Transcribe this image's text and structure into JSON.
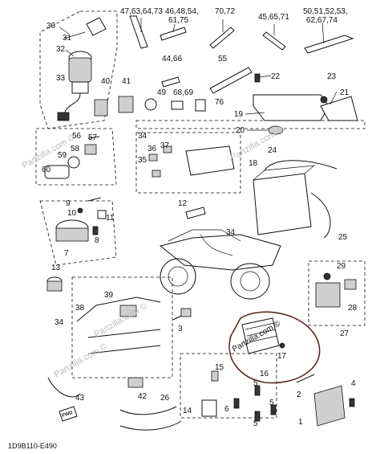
{
  "diagram": {
    "diagram_code": "1D9B110-E490",
    "watermarks": [
      "Partzilla.com ©",
      "Partzilla.com ©",
      "Partzilla.com ©",
      "Partzilla.com ©",
      "Partzilla.com ©"
    ],
    "fwd_label": "FWD",
    "callouts": [
      "30",
      "31",
      "32",
      "33",
      "47,63,64,73",
      "46,48,54,",
      "61,75",
      "70,72",
      "45,65,71",
      "50,51,52,53,",
      "62,67,74",
      "44,66",
      "55",
      "40",
      "41",
      "49",
      "68,69",
      "76",
      "22",
      "23",
      "21",
      "19",
      "20",
      "56",
      "57",
      "58",
      "59",
      "60",
      "34",
      "36",
      "37",
      "35",
      "18",
      "24",
      "9",
      "10",
      "11",
      "8",
      "7",
      "12",
      "34",
      "25",
      "13",
      "29",
      "28",
      "27",
      "38",
      "39",
      "34",
      "3",
      "16",
      "17",
      "2",
      "43",
      "42",
      "26",
      "15",
      "14",
      "5",
      "6",
      "5",
      "5",
      "1",
      "4"
    ]
  }
}
